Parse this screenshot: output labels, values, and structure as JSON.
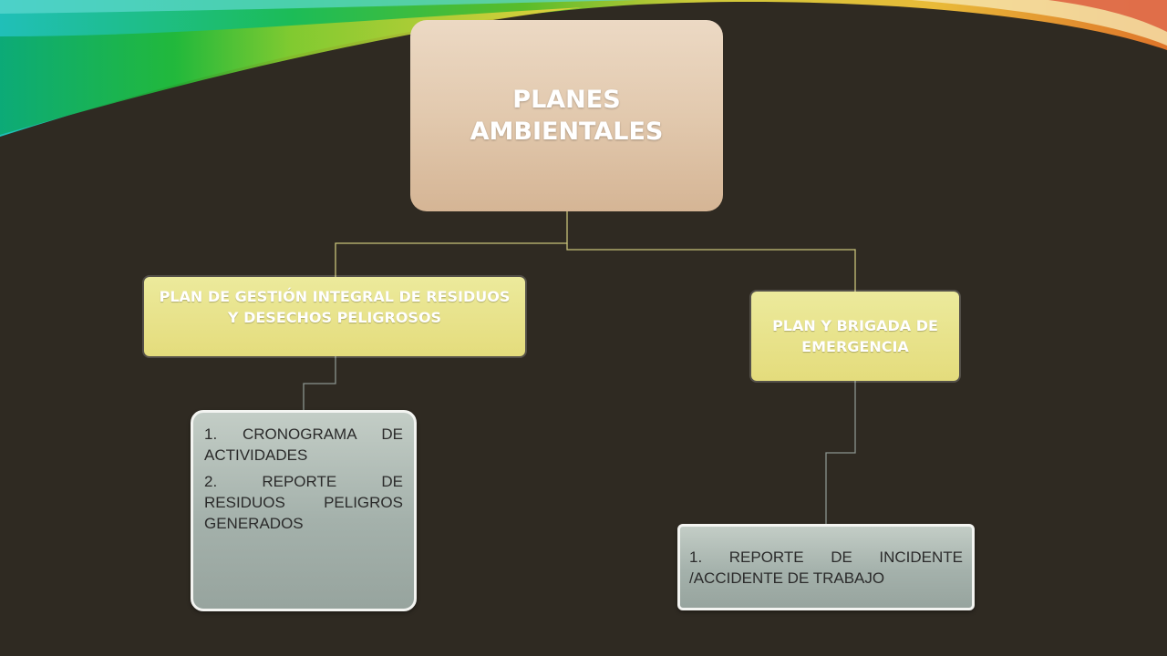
{
  "diagram": {
    "root": {
      "label": "PLANES AMBIENTALES"
    },
    "branches": [
      {
        "label": "PLAN DE GESTIÓN INTEGRAL DE RESIDUOS  Y  DESECHOS PELIGROSOS",
        "items": [
          "1. CRONOGRAMA DE ACTIVIDADES",
          "2. REPORTE DE RESIDUOS PELIGROS GENERADOS"
        ]
      },
      {
        "label": "PLAN Y BRIGADA DE EMERGENCIA",
        "items": [
          "1. REPORTE DE INCIDENTE /ACCIDENTE DE TRABAJO"
        ]
      }
    ]
  },
  "colors": {
    "background": "#2f2a22",
    "root_fill": "#e2c9ae",
    "branch_fill": "#e4dc7c",
    "leaf_fill": "#a4b1ab",
    "connector": "#c8c27a"
  }
}
